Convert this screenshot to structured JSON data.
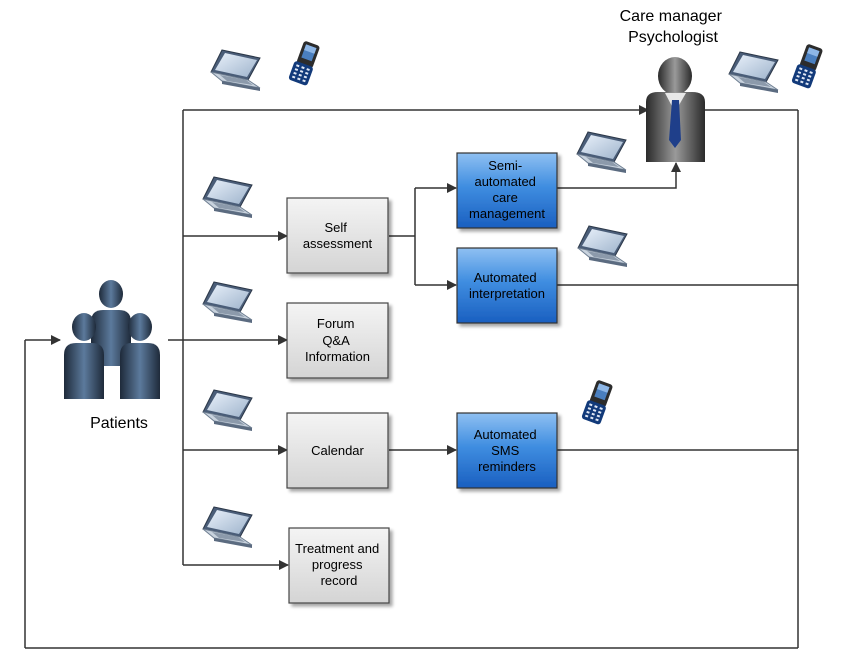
{
  "roles": {
    "manager_line1": "Care manager",
    "manager_line2": "Psychologist",
    "patients": "Patients"
  },
  "boxes": {
    "self_assessment": [
      "Self",
      "assessment"
    ],
    "forum": [
      "Forum",
      "Q&A",
      "Information"
    ],
    "calendar": [
      "Calendar"
    ],
    "treatment": [
      "Treatment and",
      "progress",
      "record"
    ],
    "semi_automated": [
      "Semi-",
      "automated",
      "care",
      "management"
    ],
    "automated_interpretation": [
      "Automated",
      "interpretation"
    ],
    "sms_reminders": [
      "Automated",
      "SMS",
      "reminders"
    ]
  },
  "icons": {
    "laptop": "laptop-icon",
    "phone": "mobile-phone-icon",
    "person": "person-icon"
  },
  "colors": {
    "grey_box": "#e2e2e2",
    "blue_box": "#2f7fd8",
    "line": "#333333"
  }
}
